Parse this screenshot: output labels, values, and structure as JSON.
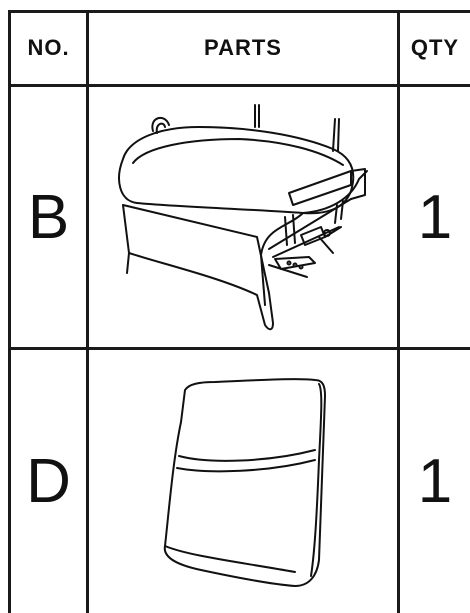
{
  "table": {
    "headers": {
      "no": "NO.",
      "parts": "PARTS",
      "qty": "QTY"
    },
    "rows": [
      {
        "no": "B",
        "part_icon": "seat-base-with-recliner-mechanism-icon",
        "qty": "1"
      },
      {
        "no": "D",
        "part_icon": "backrest-cushion-icon",
        "qty": "1"
      }
    ]
  },
  "colors": {
    "line": "#1a1a1a",
    "background": "#ffffff"
  }
}
